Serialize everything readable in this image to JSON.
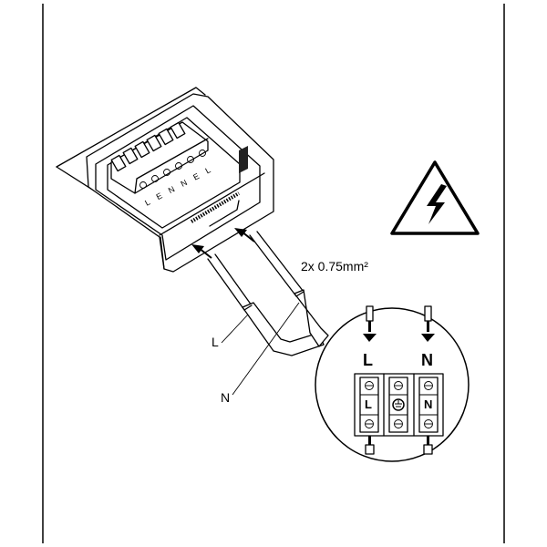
{
  "figure": {
    "wire_spec": "2x 0.75mm²",
    "wire_labels": {
      "live": "L",
      "neutral": "N"
    },
    "terminal_block_markings": [
      "L",
      "E",
      "N",
      "N",
      "E",
      "L"
    ],
    "detail": {
      "input_labels": [
        "L",
        "N"
      ],
      "terminal_labels": [
        "L",
        "N"
      ],
      "earth_symbol": "earth-ground-icon"
    },
    "warning_icon": "high-voltage-warning-icon"
  }
}
